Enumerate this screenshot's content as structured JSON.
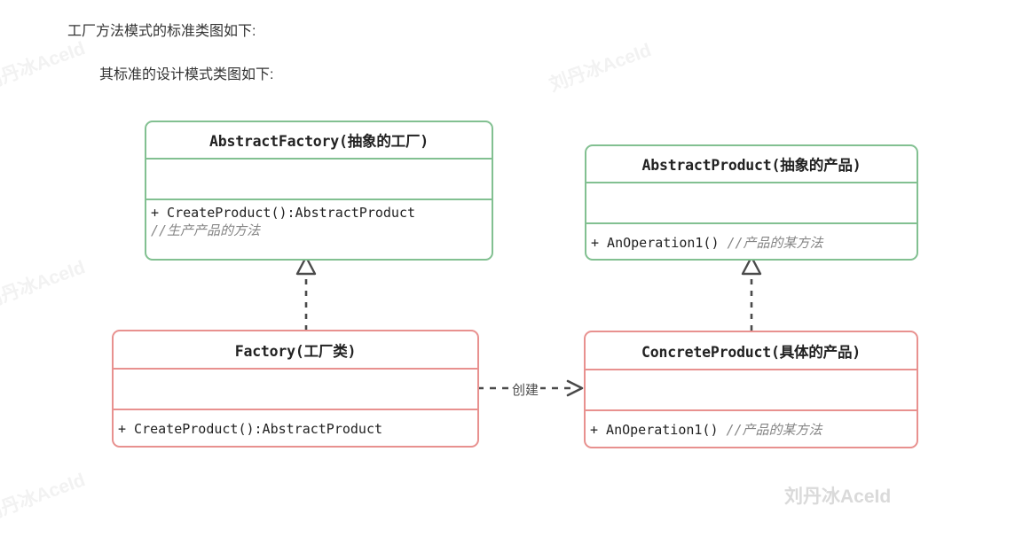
{
  "page": {
    "background": "#ffffff",
    "heading_line_1": "工厂方法模式的标准类图如下:",
    "heading_line_2": "其标准的设计模式类图如下:"
  },
  "watermarks": {
    "text": "刘丹冰AceId",
    "faint_color": "#f2f2f2",
    "solid_color": "#dadada"
  },
  "colors": {
    "abstract_border": "#82c091",
    "concrete_border": "#e8918f",
    "connector": "#4a4a4a",
    "comment_text": "#858585",
    "body_text": "#222222"
  },
  "diagram": {
    "type": "uml-class-diagram",
    "classes": [
      {
        "id": "abstract-factory",
        "title": "AbstractFactory(抽象的工厂)",
        "style": "abstract",
        "attributes": [],
        "methods": [
          {
            "signature": "+ CreateProduct():AbstractProduct",
            "comment": "//生产产品的方法"
          }
        ]
      },
      {
        "id": "abstract-product",
        "title": "AbstractProduct(抽象的产品)",
        "style": "abstract",
        "attributes": [],
        "methods": [
          {
            "signature": "+ AnOperation1()",
            "comment": "//产品的某方法"
          }
        ]
      },
      {
        "id": "factory",
        "title": "Factory(工厂类)",
        "style": "concrete",
        "attributes": [],
        "methods": [
          {
            "signature": "+ CreateProduct():AbstractProduct",
            "comment": ""
          }
        ]
      },
      {
        "id": "concrete-product",
        "title": "ConcreteProduct(具体的产品)",
        "style": "concrete",
        "attributes": [],
        "methods": [
          {
            "signature": "+ AnOperation1()",
            "comment": "//产品的某方法"
          }
        ]
      }
    ],
    "relations": [
      {
        "id": "factory-realizes-abstractfactory",
        "kind": "realization",
        "from": "factory",
        "to": "abstract-factory",
        "label": ""
      },
      {
        "id": "concreteproduct-realizes-abstractproduct",
        "kind": "realization",
        "from": "concrete-product",
        "to": "abstract-product",
        "label": ""
      },
      {
        "id": "factory-creates-concreteproduct",
        "kind": "dependency",
        "from": "factory",
        "to": "concrete-product",
        "label": "创建"
      }
    ]
  }
}
